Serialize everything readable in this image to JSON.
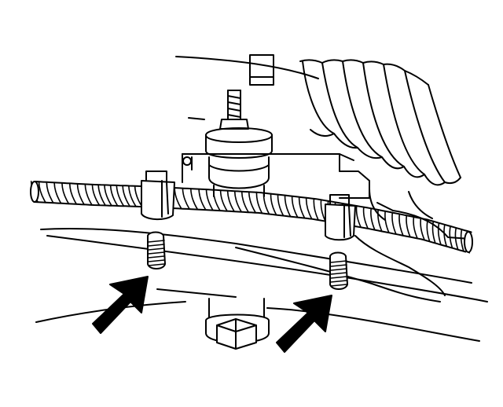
{
  "diagram": {
    "kind": "technical-line-illustration",
    "labels": [],
    "colors": {
      "line": "#000000",
      "background": "#ffffff"
    },
    "parts": [
      {
        "id": "convoluted-harness",
        "icon": "corrugated-tube"
      },
      {
        "id": "harness-clip-left",
        "icon": "clip"
      },
      {
        "id": "harness-clip-right",
        "icon": "clip"
      },
      {
        "id": "retainer-stud-left",
        "icon": "stud"
      },
      {
        "id": "retainer-stud-right",
        "icon": "stud"
      },
      {
        "id": "locator-arrow-left",
        "icon": "arrow"
      },
      {
        "id": "locator-arrow-right",
        "icon": "arrow"
      },
      {
        "id": "mount-bolt",
        "icon": "hex-bolt"
      },
      {
        "id": "isolator-mount",
        "icon": "mount"
      },
      {
        "id": "boot",
        "icon": "bellows"
      }
    ]
  }
}
